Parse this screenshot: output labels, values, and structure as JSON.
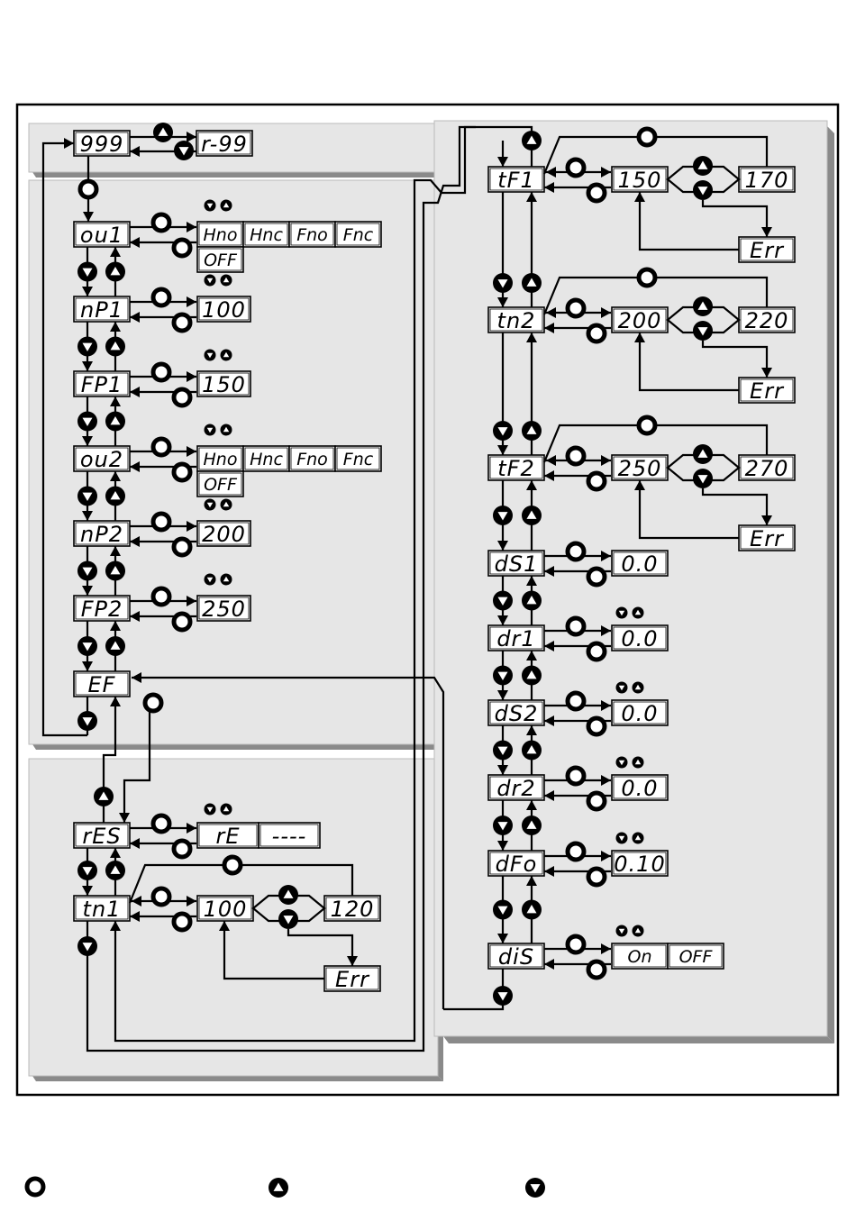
{
  "top_chain": {
    "a": "999",
    "b": "r-99"
  },
  "left_menu": [
    {
      "id": "ou1",
      "label": "ou1",
      "values": [
        "Hno",
        "Hnc",
        "Fno",
        "Fnc"
      ],
      "extra": "OFF",
      "adjust_icons": true
    },
    {
      "id": "np1",
      "label": "nP1",
      "values": [
        "100"
      ],
      "adjust_icons": true
    },
    {
      "id": "fp1",
      "label": "FP1",
      "values": [
        "150"
      ],
      "adjust_icons": true
    },
    {
      "id": "ou2",
      "label": "ou2",
      "values": [
        "Hno",
        "Hnc",
        "Fno",
        "Fnc"
      ],
      "extra": "OFF",
      "adjust_icons": true
    },
    {
      "id": "np2",
      "label": "nP2",
      "values": [
        "200"
      ],
      "adjust_icons": true
    },
    {
      "id": "fp2",
      "label": "FP2",
      "values": [
        "250"
      ],
      "adjust_icons": true
    }
  ],
  "ef": {
    "label": "EF"
  },
  "res": {
    "label": "rES",
    "values": [
      "rE",
      "----"
    ]
  },
  "tn1": {
    "label": "tn1",
    "low": "100",
    "high": "120",
    "err": "Err"
  },
  "right_timers": [
    {
      "id": "tf1",
      "label": "tF1",
      "low": "150",
      "high": "170",
      "err": "Err"
    },
    {
      "id": "tn2",
      "label": "tn2",
      "low": "200",
      "high": "220",
      "err": "Err"
    },
    {
      "id": "tf2",
      "label": "tF2",
      "low": "250",
      "high": "270",
      "err": "Err"
    }
  ],
  "right_menu": [
    {
      "id": "ds1",
      "label": "dS1",
      "values": [
        "0.0"
      ],
      "adjust_icons": false
    },
    {
      "id": "dr1",
      "label": "dr1",
      "values": [
        "0.0"
      ],
      "adjust_icons": true
    },
    {
      "id": "ds2",
      "label": "dS2",
      "values": [
        "0.0"
      ],
      "adjust_icons": true
    },
    {
      "id": "dr2",
      "label": "dr2",
      "values": [
        "0.0"
      ],
      "adjust_icons": true
    },
    {
      "id": "dfo",
      "label": "dFo",
      "values": [
        "0.10"
      ],
      "adjust_icons": true
    },
    {
      "id": "dis",
      "label": "diS",
      "values": [
        "On",
        "OFF"
      ],
      "adjust_icons": true
    }
  ],
  "legend": {
    "icons": [
      "set-button-icon",
      "up-button-icon",
      "down-button-icon"
    ]
  }
}
